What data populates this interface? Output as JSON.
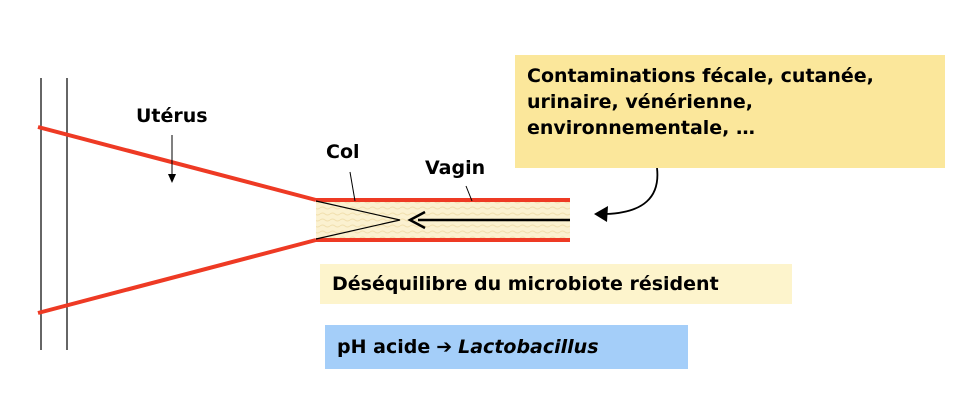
{
  "labels": {
    "uterus": "Utérus",
    "col": "Col",
    "vagin": "Vagin"
  },
  "contaminations": {
    "line1": "Contaminations fécale, cutanée,",
    "line2": "urinaire, vénérienne,",
    "line3": "environnementale, …"
  },
  "desequilibre": "Déséquilibre du microbiote résident",
  "ph": {
    "prefix": "pH acide",
    "arrow": "➔",
    "genus": "Lactobacillus"
  },
  "colors": {
    "wall": "#ee3a24",
    "contam_box": "#fbe79b",
    "deseq_box": "#fdf4cc",
    "ph_box": "#a4cef9",
    "vagina_fill": "#fbf1d0"
  }
}
